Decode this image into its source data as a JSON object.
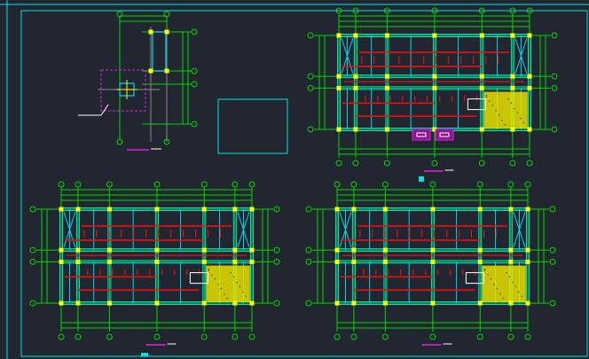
{
  "window": {
    "title": ""
  },
  "colors": {
    "background": "#222630",
    "frame": "#00e5e5",
    "grid": "#00d800",
    "wall": "#00d8e8",
    "beam": "#e81010",
    "node": "#ffff00",
    "mark": "#e020e0",
    "hatch": "#e8e000",
    "title_bar": "#e020e0"
  },
  "drawing": {
    "sheet": "structural-floor-plans",
    "views": [
      {
        "name": "detail-view",
        "labels": [
          "",
          ""
        ]
      },
      {
        "name": "plan-top-right",
        "labels": [
          "",
          ""
        ]
      },
      {
        "name": "plan-bottom-left",
        "labels": [
          "",
          ""
        ]
      },
      {
        "name": "plan-bottom-right",
        "labels": [
          "",
          ""
        ]
      }
    ]
  }
}
